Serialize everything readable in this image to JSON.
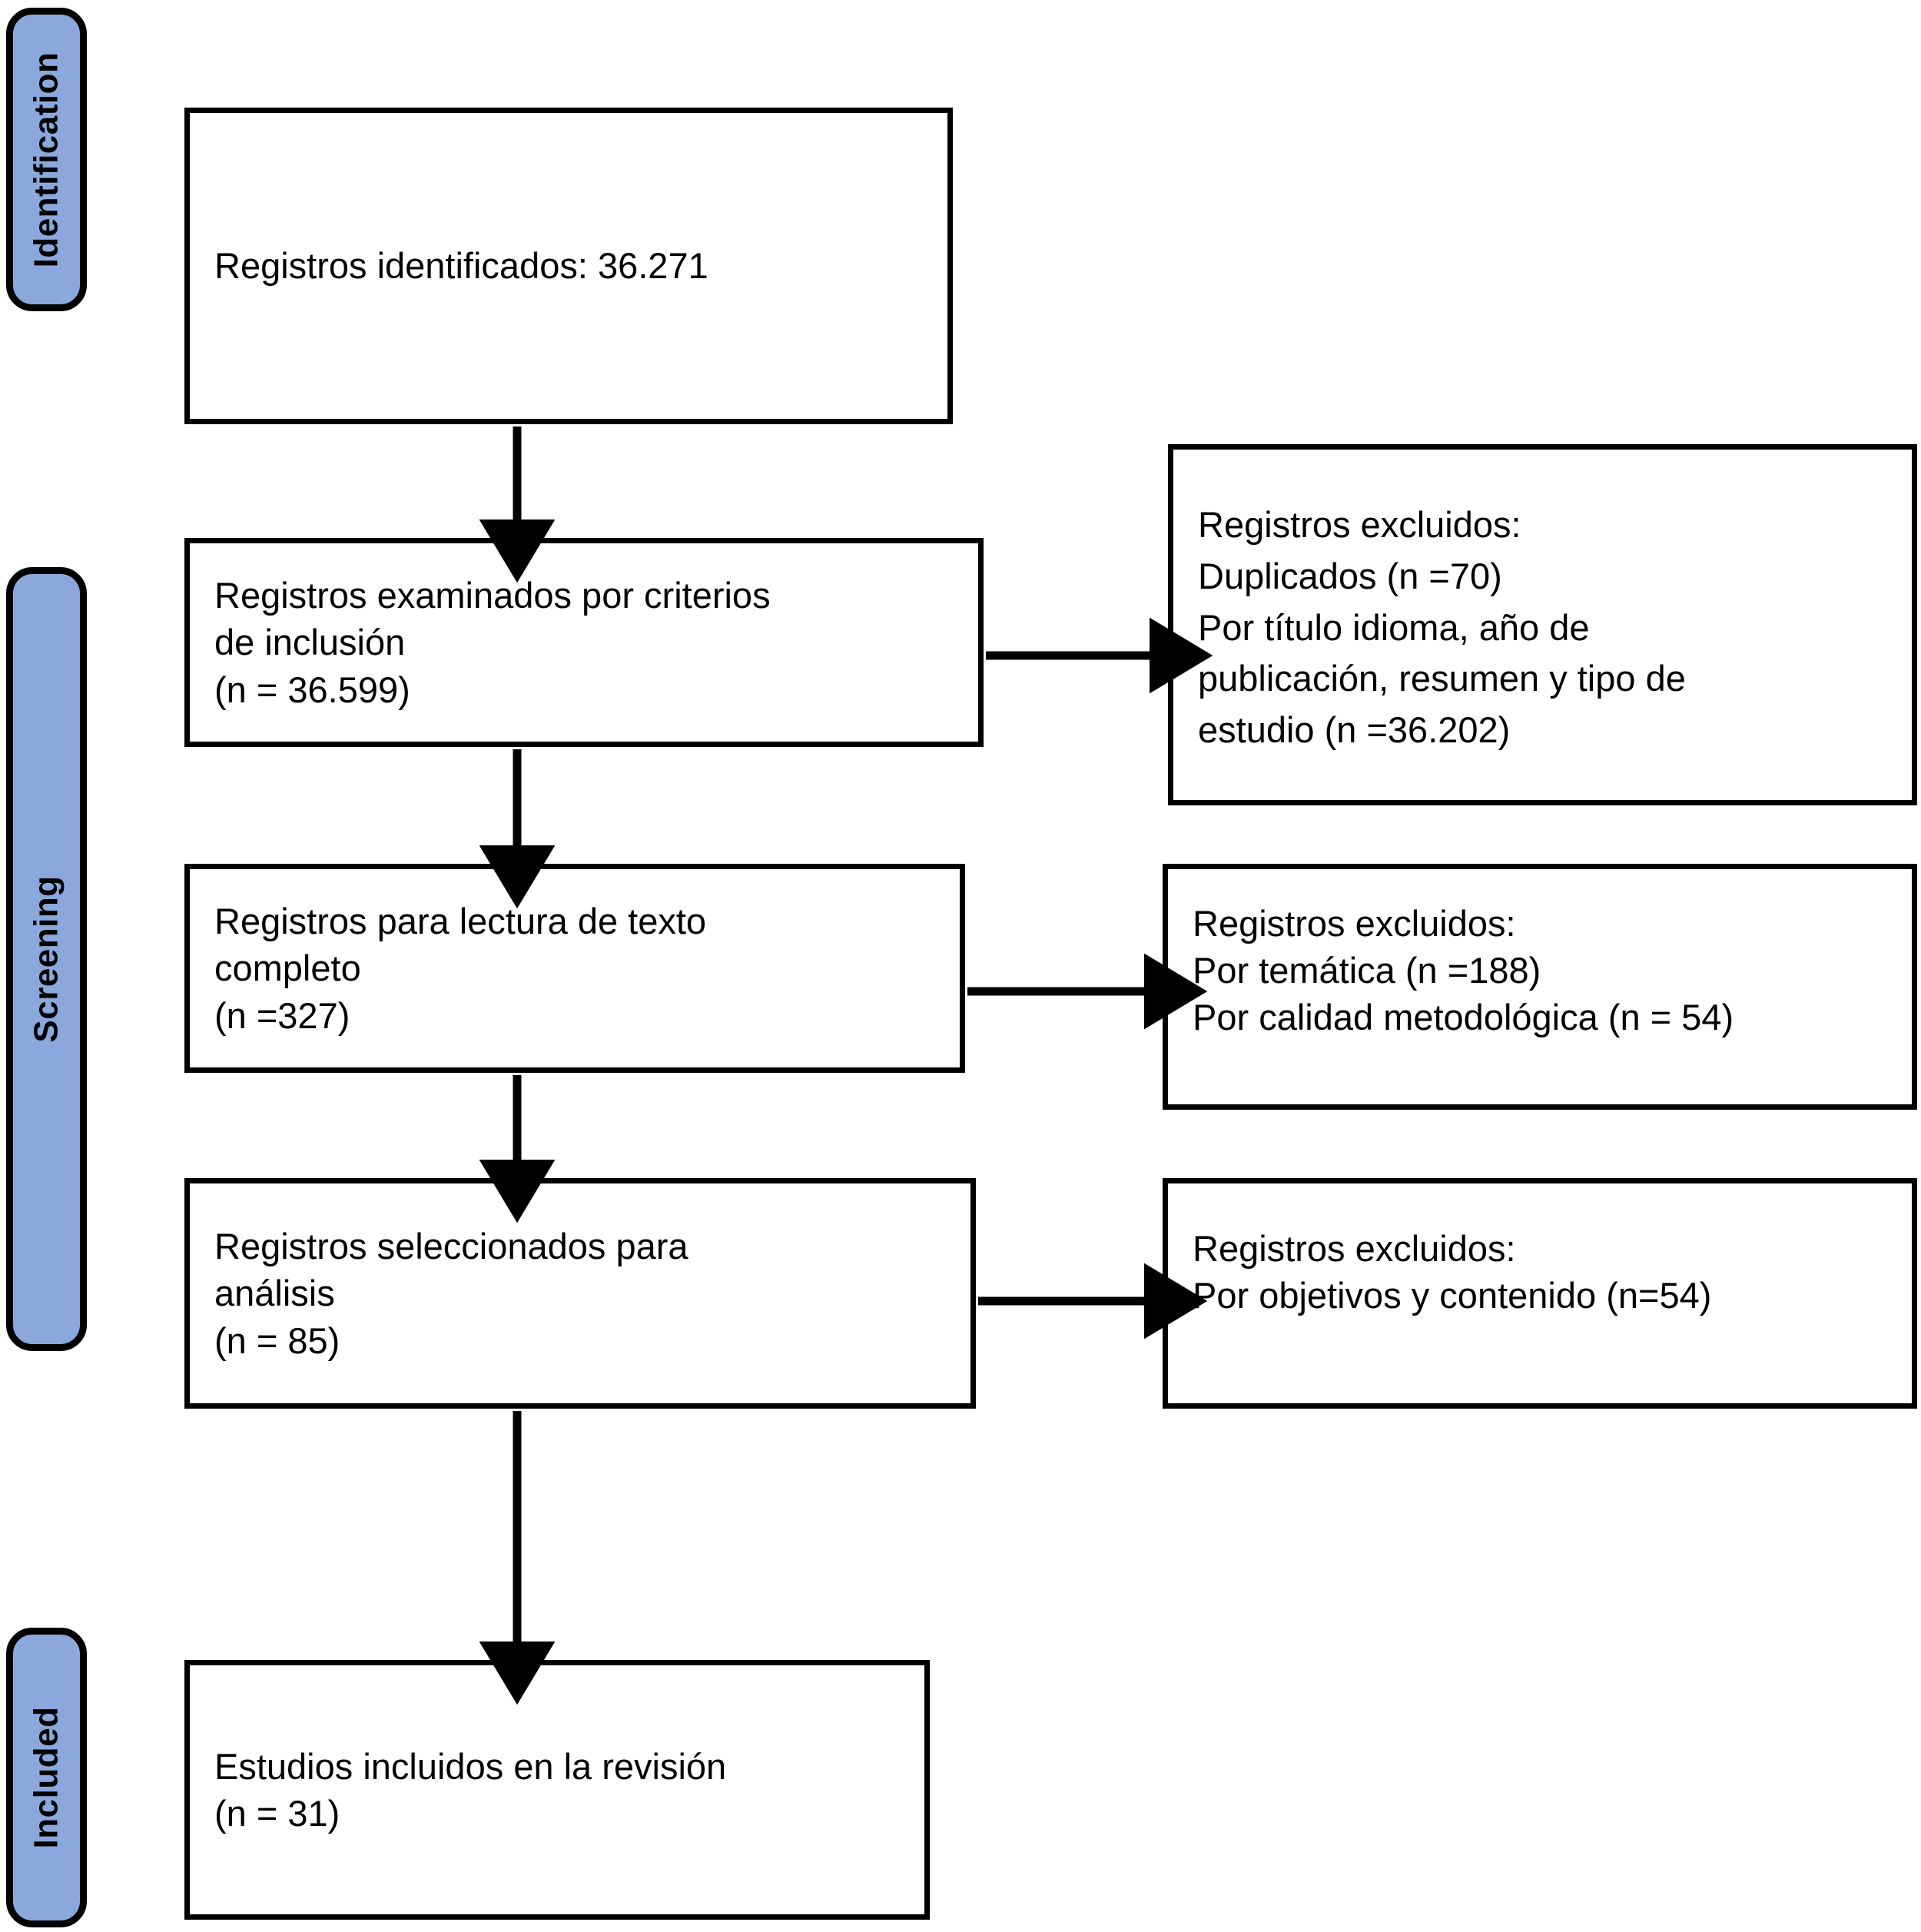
{
  "diagram": {
    "type": "prisma-flow-diagram",
    "language": "es",
    "accent_color": "#8AA8DC",
    "line_color": "#000000",
    "background": "#FFFFFF",
    "stages": [
      {
        "id": "identification",
        "label": "Identification"
      },
      {
        "id": "screening",
        "label": "Screening"
      },
      {
        "id": "included",
        "label": "Included"
      }
    ],
    "boxes": {
      "identified": {
        "name": "registros-identificados",
        "lines": [
          "Registros identificados: 36.271"
        ],
        "count": 36271
      },
      "screened": {
        "name": "registros-examinados",
        "lines": [
          "Registros examinados por criterios",
          "de inclusión",
          "(n = 36.599)"
        ],
        "count": 36599
      },
      "excluded_1": {
        "name": "registros-excluidos-1",
        "lines": [
          "Registros excluidos:",
          "Duplicados (n =70)",
          "Por título idioma, año de",
          "publicación, resumen y tipo de",
          "estudio (n =36.202)"
        ],
        "reasons": [
          {
            "label": "Duplicados",
            "n": 70
          },
          {
            "label": "Por título idioma, año de publicación, resumen y tipo de estudio",
            "n": 36202
          }
        ]
      },
      "fulltext": {
        "name": "registros-lectura-texto-completo",
        "lines": [
          "Registros para lectura de texto",
          "completo",
          "(n =327)"
        ],
        "count": 327
      },
      "excluded_2": {
        "name": "registros-excluidos-2",
        "lines": [
          "Registros excluidos:",
          "Por temática (n =188)",
          "Por calidad metodológica (n = 54)"
        ],
        "reasons": [
          {
            "label": "Por temática",
            "n": 188
          },
          {
            "label": "Por calidad metodológica",
            "n": 54
          }
        ]
      },
      "selected": {
        "name": "registros-seleccionados-analisis",
        "lines": [
          "Registros seleccionados para",
          "análisis",
          "(n = 85)"
        ],
        "count": 85
      },
      "excluded_3": {
        "name": "registros-excluidos-3",
        "lines": [
          "Registros excluidos:",
          "Por objetivos y contenido (n=54)"
        ],
        "reasons": [
          {
            "label": "Por objetivos y contenido",
            "n": 54
          }
        ]
      },
      "included": {
        "name": "estudios-incluidos-revision",
        "lines": [
          "Estudios incluidos en la revisión",
          "(n = 31)"
        ],
        "count": 31
      }
    },
    "arrows": [
      {
        "name": "arrow-identified-to-screened",
        "direction": "down"
      },
      {
        "name": "arrow-screened-to-excluded-1",
        "direction": "right"
      },
      {
        "name": "arrow-screened-to-fulltext",
        "direction": "down"
      },
      {
        "name": "arrow-fulltext-to-excluded-2",
        "direction": "right"
      },
      {
        "name": "arrow-fulltext-to-selected",
        "direction": "down"
      },
      {
        "name": "arrow-selected-to-excluded-3",
        "direction": "right"
      },
      {
        "name": "arrow-selected-to-included",
        "direction": "down"
      }
    ]
  }
}
